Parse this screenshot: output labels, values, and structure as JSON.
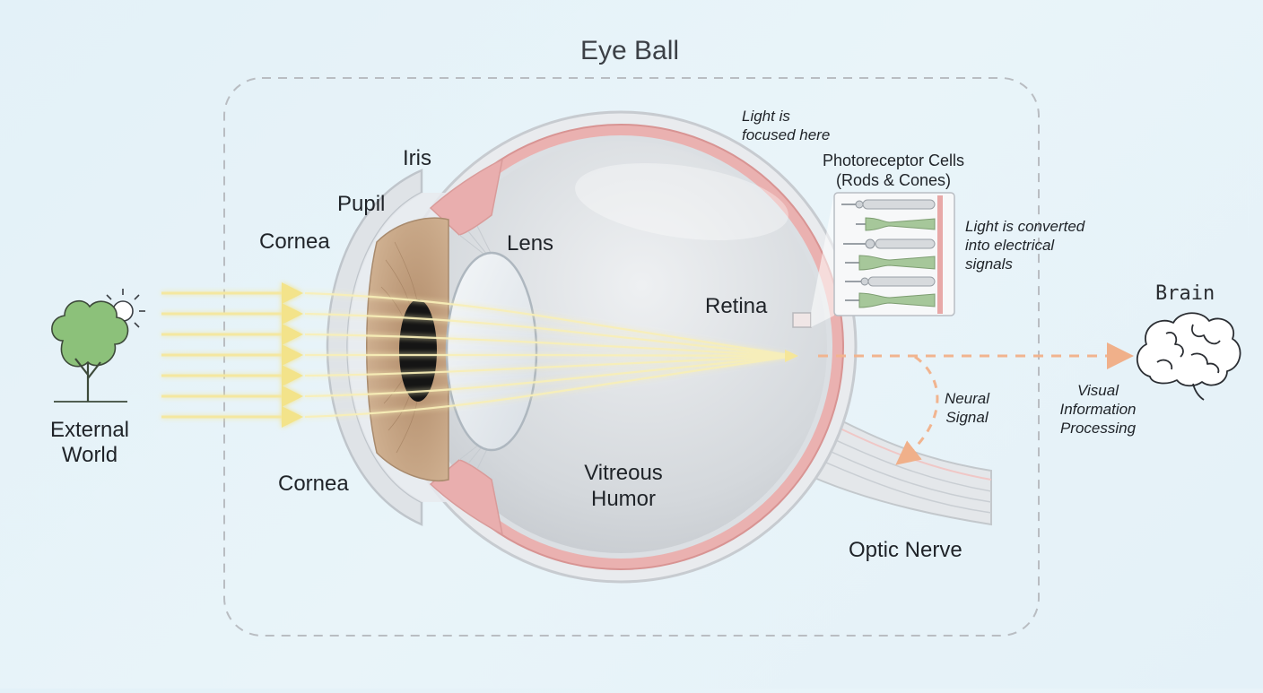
{
  "title": "Eye Ball",
  "external_world": {
    "line1": "External",
    "line2": "World"
  },
  "brain": "Brain",
  "labels": {
    "cornea_top": "Cornea",
    "cornea_bottom": "Cornea",
    "pupil": "Pupil",
    "iris": "Iris",
    "lens": "Lens",
    "retina": "Retina",
    "vitreous_line1": "Vitreous",
    "vitreous_line2": "Humor",
    "optic_nerve": "Optic Nerve"
  },
  "focus_note": {
    "line1": "Light is",
    "line2": "focused here"
  },
  "photoreceptor": {
    "line1": "Photoreceptor Cells",
    "line2": "(Rods & Cones)"
  },
  "conversion_note": {
    "line1": "Light is converted",
    "line2": "into electrical",
    "line3": "signals"
  },
  "neural_signal": {
    "line1": "Neural",
    "line2": "Signal"
  },
  "processing": {
    "line1": "Visual",
    "line2": "Information",
    "line3": "Processing"
  },
  "colors": {
    "light_ray": "#f5e9a0",
    "retina": "#e9a9a8",
    "iris": "#c9a88a",
    "signal": "#f1b48f",
    "tree": "#8cc17a",
    "box_dash": "#b9bdc2"
  }
}
